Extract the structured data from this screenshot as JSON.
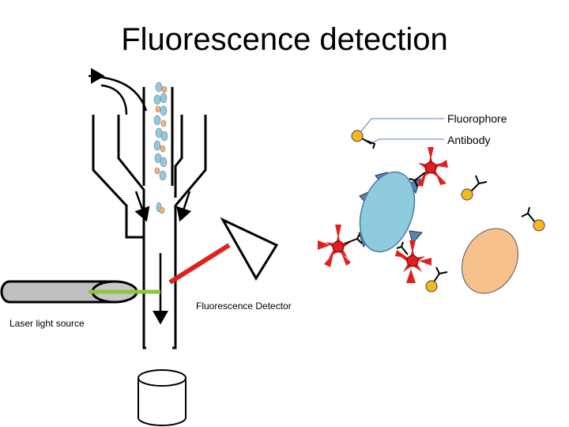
{
  "slide": {
    "title": "Fluorescence detection"
  },
  "labels": {
    "fluorophore": "Fluorophore",
    "antibody": "Antibody",
    "detector": "Fluorescence Detector",
    "laser": "Laser light source"
  },
  "colors": {
    "laser_beam": "#8cc63f",
    "emission": "#e02020",
    "fluorophore_yellow": "#f5b820",
    "cell_blue": "#8ecbdc",
    "cell_orange": "#f7c18b",
    "antigen_blue": "#5a82b8",
    "laser_body": "#c0c0c0"
  }
}
